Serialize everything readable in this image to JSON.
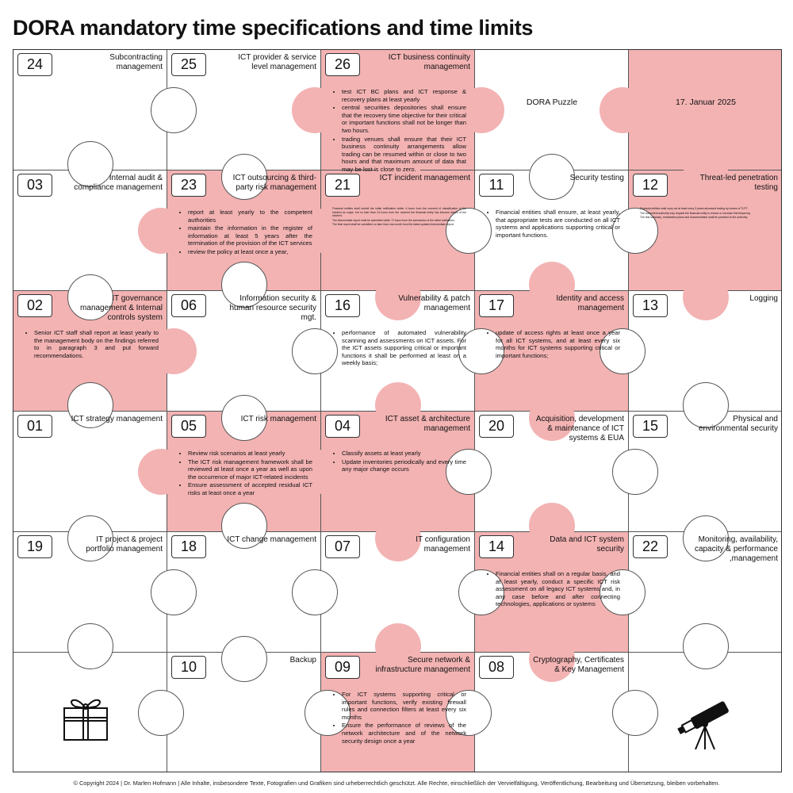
{
  "title": "DORA mandatory time specifications and time limits",
  "footer": "© Copyright 2024 | Dr. Marlen Hofmann | Alle Inhalte, insbesondere Texte, Fotografien und Grafiken sind urheberrechtlich geschützt. Alle Rechte, einschließlich der Vervielfältigung, Veröffentlichung, Bearbeitung und Übersetzung, bleiben vorbehalten.",
  "colors": {
    "pink": "#f3b3b3",
    "white": "#ffffff",
    "border": "#555555"
  },
  "tiles": [
    {
      "num": "24",
      "title": "Subcontracting management",
      "color": "white",
      "items": []
    },
    {
      "num": "25",
      "title": "ICT provider & service level management",
      "color": "white",
      "items": []
    },
    {
      "num": "26",
      "title": "ICT business continuity management",
      "color": "pink",
      "items": [
        "test ICT BC plans and ICT response & recovery plans at least yearly",
        "central securities depositories shall ensure that the recovery time objective for their critical or important functions shall not be longer than two hours.",
        "trading venues shall ensure that their ICT business continuity arrangements allow trading can be resumed within or close to two hours and that maximum amount of data that may be lost is close to zero."
      ]
    },
    {
      "num": "",
      "title": "DORA Puzzle",
      "color": "white",
      "items": []
    },
    {
      "num": "",
      "title": "17. Januar 2025",
      "color": "pink",
      "items": []
    },
    {
      "num": "03",
      "title": "Internal audit & compliance management",
      "color": "white",
      "items": []
    },
    {
      "num": "23",
      "title": "ICT outsourcing & third-party risk management",
      "color": "pink",
      "items": [
        "report at least yearly to the competent authorities",
        "maintain the information in the register of information at least 5 years after the termination of the provision of the ICT services",
        "review the policy at least once a year,"
      ]
    },
    {
      "num": "21",
      "title": "ICT incident management",
      "color": "pink",
      "tiny": true,
      "items": [
        "Financial entities shall submit the initial notification within 4 hours from the moment of classification of the incident as major, but no later than 24 hours from the moment the financial entity has become aware of the incident.",
        "The intermediate report shall be submitted within 72 hours from the submission of the initial notification.",
        "The final report shall be submitted no later than one month from the latest updated intermediate report."
      ]
    },
    {
      "num": "11",
      "title": "Security testing",
      "color": "white",
      "items": [
        "Financial entities shall ensure, at least yearly, that appropriate tests are conducted on all ICT systems and applications supporting critical or important functions."
      ]
    },
    {
      "num": "12",
      "title": "Threat-led penetration testing",
      "color": "pink",
      "tiny": true,
      "items": [
        "Financial entities shall carry out at least every 3 years advanced testing by means of TLPT.",
        "The competent authority may request the financial entity to reduce or increase this frequency.",
        "The test summary, remediation plans and documentation shall be provided to the authority."
      ]
    },
    {
      "num": "02",
      "title": "IT governance management & Internal controls system",
      "color": "pink",
      "items": [
        "Senior ICT staff shall report at least yearly to the management body on the findings referred to in paragraph 3 and put forward recommendations."
      ]
    },
    {
      "num": "06",
      "title": "Information security & human resource security mgt.",
      "color": "white",
      "items": []
    },
    {
      "num": "16",
      "title": "Vulnerability & patch management",
      "color": "white",
      "items": [
        "performance of automated vulnerability scanning and assessments on ICT assets. For the ICT assets supporting critical or important functions it shall be performed at least on a weekly basis;"
      ]
    },
    {
      "num": "17",
      "title": "Identity and access management",
      "color": "pink",
      "items": [
        "update of access rights at least once a year for all ICT systems, and at least every six months for ICT systems supporting critical or important functions;"
      ]
    },
    {
      "num": "13",
      "title": "Logging",
      "color": "white",
      "items": []
    },
    {
      "num": "01",
      "title": "ICT strategy management",
      "color": "white",
      "items": []
    },
    {
      "num": "05",
      "title": "ICT risk management",
      "color": "pink",
      "items": [
        "Review risk scenarios at least yearly",
        "The ICT risk management framework shall be reviewed at least once a year as well as upon the occurrence of major ICT-related incidents",
        "Ensure assessment of accepted residual ICT risks at least once a year"
      ]
    },
    {
      "num": "04",
      "title": "ICT asset & architecture management",
      "color": "pink",
      "items": [
        "Classify assets at least yearly",
        "Update inventories periodically and every time any major change occurs"
      ]
    },
    {
      "num": "20",
      "title": "Acquisition, development & maintenance of ICT systems & EUA",
      "color": "white",
      "items": []
    },
    {
      "num": "15",
      "title": "Physical and environmental security",
      "color": "white",
      "items": []
    },
    {
      "num": "19",
      "title": "IT project & project portfolio management",
      "color": "white",
      "items": []
    },
    {
      "num": "18",
      "title": "ICT change management",
      "color": "white",
      "items": []
    },
    {
      "num": "07",
      "title": "IT configuration management",
      "color": "white",
      "items": []
    },
    {
      "num": "14",
      "title": "Data and ICT system security",
      "color": "pink",
      "items": [
        "Financial entities shall on a regular basis, and at least yearly, conduct a specific ICT risk assessment on all legacy ICT systems and, in any case before and after connecting technologies, applications or systems"
      ]
    },
    {
      "num": "22",
      "title": "Monitoring, availability, capacity & performance ,management",
      "color": "white",
      "items": []
    },
    {
      "num": "",
      "title": "",
      "color": "white",
      "icon": "gift-icon",
      "items": []
    },
    {
      "num": "10",
      "title": "Backup",
      "color": "white",
      "items": []
    },
    {
      "num": "09",
      "title": "Secure network & infrastructure management",
      "color": "pink",
      "items": [
        "For ICT systems supporting critical or important functions, verify existing firewall rules and connection filters at least every six months",
        "Ensure the performance of reviews of the network architecture and of the network security design once a year"
      ]
    },
    {
      "num": "08",
      "title": "Cryptography, Certificates & Key Management",
      "color": "white",
      "items": []
    },
    {
      "num": "",
      "title": "",
      "color": "white",
      "icon": "telescope-icon",
      "items": []
    }
  ]
}
